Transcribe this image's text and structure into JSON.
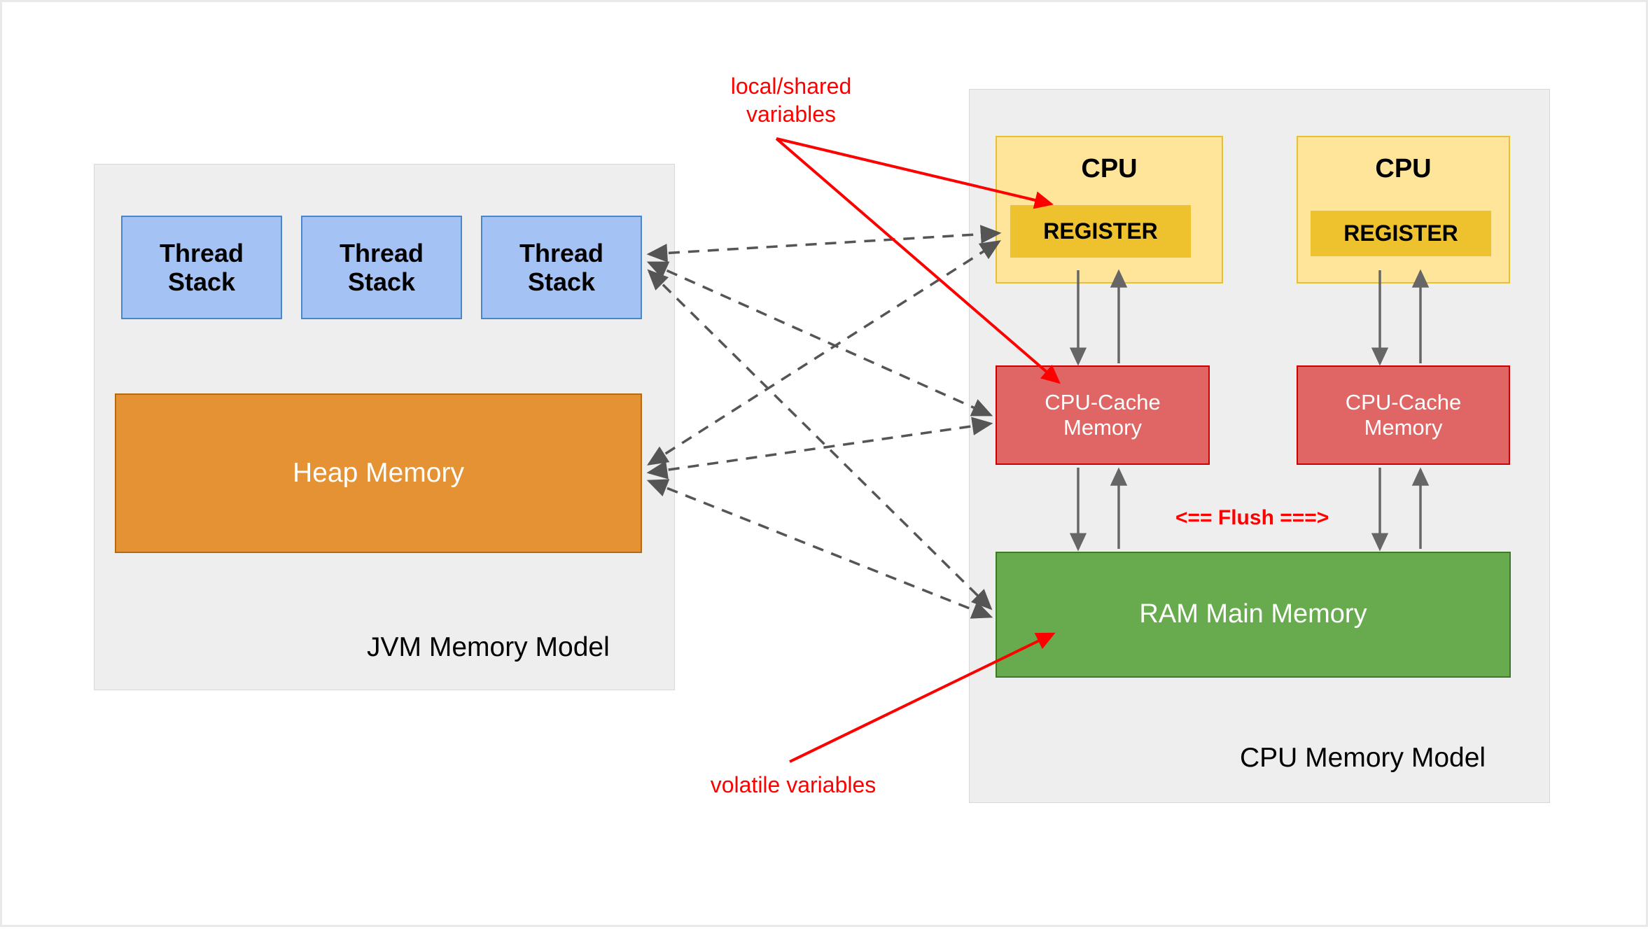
{
  "diagram": {
    "title": "JVM Memory Model and CPU Memory Model",
    "colors": {
      "panel_bg": "#eeeeee",
      "thread_stack": "#a4c2f4",
      "thread_stack_border": "#4a86c8",
      "heap": "#e59235",
      "heap_border": "#b26b13",
      "cpu": "#ffe599",
      "cpu_border": "#e7c03a",
      "register": "#eec22e",
      "cache": "#e06666",
      "cache_border": "#cc0000",
      "ram": "#67ab4e",
      "ram_border": "#3d7a25",
      "annotation_red": "#ff0000",
      "dashed_arrow": "#555555",
      "solid_arrow": "#666666"
    }
  },
  "jvm_panel": {
    "label": "JVM Memory Model",
    "thread_stacks": [
      {
        "label": "Thread\nStack"
      },
      {
        "label": "Thread\nStack"
      },
      {
        "label": "Thread\nStack"
      }
    ],
    "heap": {
      "label": "Heap Memory"
    }
  },
  "cpu_panel": {
    "label": "CPU Memory Model",
    "cpus": [
      {
        "title": "CPU",
        "register": "REGISTER",
        "cache": "CPU-Cache\nMemory"
      },
      {
        "title": "CPU",
        "register": "REGISTER",
        "cache": "CPU-Cache\nMemory"
      }
    ],
    "ram": {
      "label": "RAM Main Memory"
    },
    "flush_label": "<== Flush ===>"
  },
  "annotations": [
    {
      "id": "local-shared-variables",
      "label": "local/shared\nvariables"
    },
    {
      "id": "volatile-variables",
      "label": "volatile variables"
    }
  ]
}
